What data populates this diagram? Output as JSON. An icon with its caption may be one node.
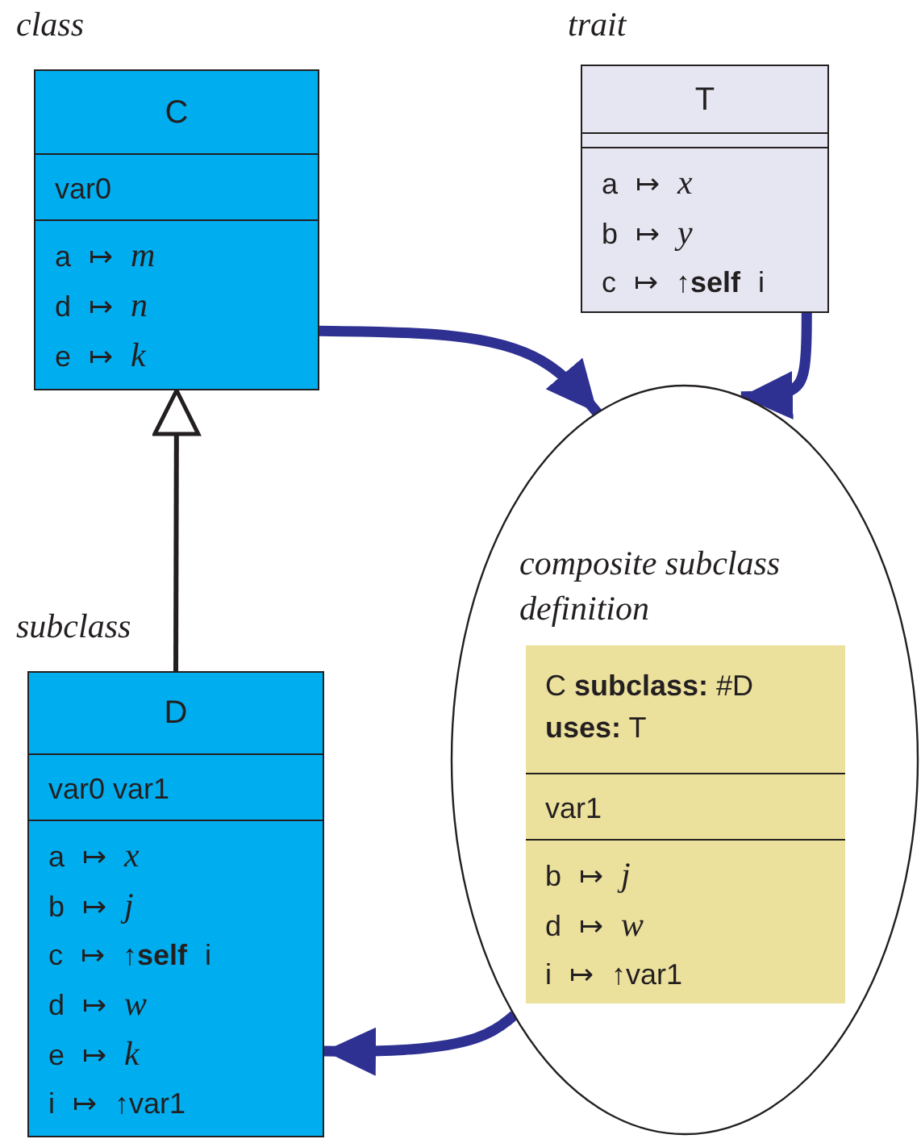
{
  "diagram": {
    "nodes": [
      {
        "text": [
          "class",
          "C",
          "var0",
          "a ↦ *m*",
          "d ↦ *n*",
          "e ↦ *k*"
        ]
      },
      {
        "text": [
          "trait",
          "T",
          "a ↦ *x*",
          "b ↦ *y*",
          "c ↦ ↑**self** i"
        ]
      },
      {
        "text": [
          "subclass",
          "D",
          "var0 var1",
          "a ↦ *x*",
          "b ↦ *j*",
          "c ↦ ↑**self** i",
          "d ↦ *w*",
          "e ↦ *k*",
          "i ↦ ↑var1"
        ]
      },
      {
        "text": [
          "composite subclass definition"
        ]
      },
      {
        "text": [
          "C **subclass:** #D",
          "**uses:** T",
          "var1",
          "b ↦ *j*",
          "d ↦ *w*",
          "i ↦ ↑var1"
        ],
        "in": 3
      }
    ],
    "edges": [
      {
        "from": 2,
        "to": 0,
        "arrow": "to",
        "color": "#231f20"
      },
      {
        "from": 0,
        "to": 3,
        "arrow": "to"
      },
      {
        "from": 1,
        "to": 3,
        "arrow": "to"
      },
      {
        "from": 3,
        "to": 2,
        "arrow": "to"
      }
    ]
  }
}
